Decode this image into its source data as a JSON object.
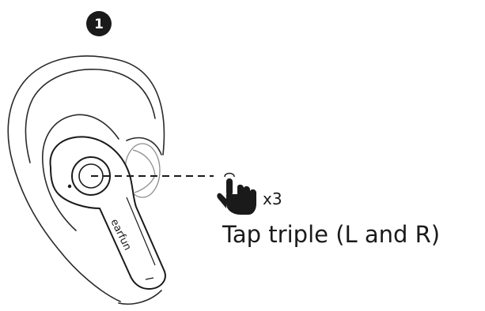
{
  "step_number": "1",
  "brand": "earfun",
  "gesture": {
    "icon": "hand-tap-icon",
    "count_label": "x3",
    "caption": "Tap triple (L and R)"
  }
}
